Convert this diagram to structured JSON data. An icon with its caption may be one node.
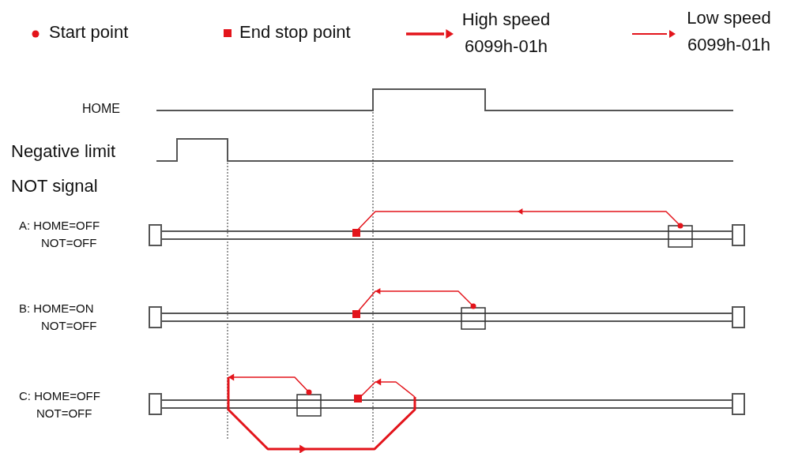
{
  "diagram": {
    "labels": [
      "HOME",
      "Negative limit NOT signal",
      "A: HOME=OFF",
      "NOT=OFF",
      "B: HOME=ON",
      "NOT=OFF",
      "C: HOME=OFF",
      "NOT=OFF"
    ],
    "legend": [
      {
        "text": "Start point"
      },
      {
        "text": "End stop point"
      },
      {
        "text": "High speed 6099h-01h"
      },
      {
        "text": "Low speed 6099h-01h"
      }
    ]
  }
}
